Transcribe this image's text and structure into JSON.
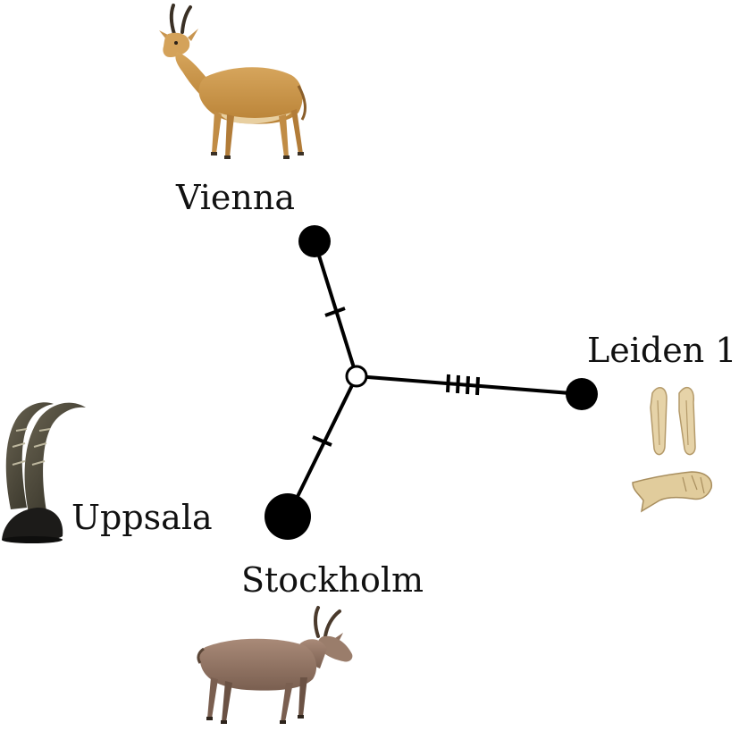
{
  "network": {
    "nodes": [
      {
        "id": "vienna",
        "label": "Vienna",
        "type": "sampled",
        "mutations_to_center": 1
      },
      {
        "id": "leiden1",
        "label": "Leiden 1",
        "type": "sampled",
        "mutations_to_center": 4
      },
      {
        "id": "stockholm",
        "label": "Stockholm",
        "type": "sampled",
        "mutations_to_center": 1
      },
      {
        "id": "center",
        "label": "",
        "type": "median"
      }
    ],
    "side_labels": {
      "uppsala": "Uppsala"
    },
    "icons": {
      "vienna": "standing-antelope-photo",
      "leiden1": "bone-fragments-photo",
      "uppsala": "mounted-horns-photo",
      "stockholm": "standing-ibex-photo"
    },
    "colors": {
      "node_fill": "#000000",
      "median_fill": "#ffffff",
      "edge": "#000000"
    }
  }
}
